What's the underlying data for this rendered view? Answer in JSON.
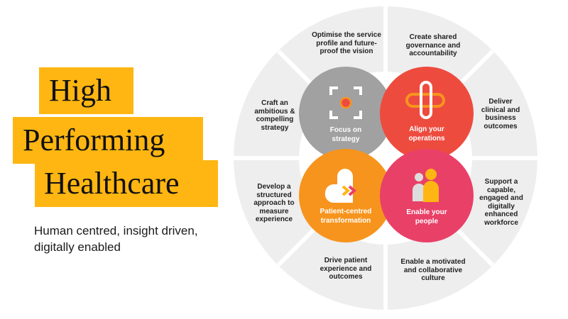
{
  "title": {
    "lines": [
      "High",
      "Performing",
      "Healthcare"
    ],
    "subtitle": "Human centred, insight driven, digitally enabled",
    "highlight_color": "#FFB612"
  },
  "wheel": {
    "ring_color": "#EEEEEE",
    "segments": [
      {
        "id": "top-left",
        "text": "Optimise the service profile and future-proof the vision"
      },
      {
        "id": "top-right",
        "text": "Create shared governance and accountability"
      },
      {
        "id": "right-upper",
        "text": "Deliver clinical and business outcomes"
      },
      {
        "id": "right-lower",
        "text": "Support a capable, engaged and digitally enhanced workforce"
      },
      {
        "id": "bottom-right",
        "text": "Enable a motivated and collaborative culture"
      },
      {
        "id": "bottom-left",
        "text": "Drive patient experience and outcomes"
      },
      {
        "id": "left-lower",
        "text": "Develop a structured approach to measure experience"
      },
      {
        "id": "left-upper",
        "text": "Craft an ambitious & compelling strategy"
      }
    ],
    "pillars": [
      {
        "id": "strategy",
        "label": "Focus on strategy",
        "color": "#A1A1A1",
        "icon": "focus-target-icon"
      },
      {
        "id": "operations",
        "label": "Align your operations",
        "color": "#EE4B3F",
        "icon": "health-cross-icon"
      },
      {
        "id": "patient",
        "label": "Patient-centred transformation",
        "color": "#F7941D",
        "icon": "heart-arrows-icon"
      },
      {
        "id": "people",
        "label": "Enable your people",
        "color": "#E94068",
        "icon": "people-icon"
      }
    ]
  }
}
